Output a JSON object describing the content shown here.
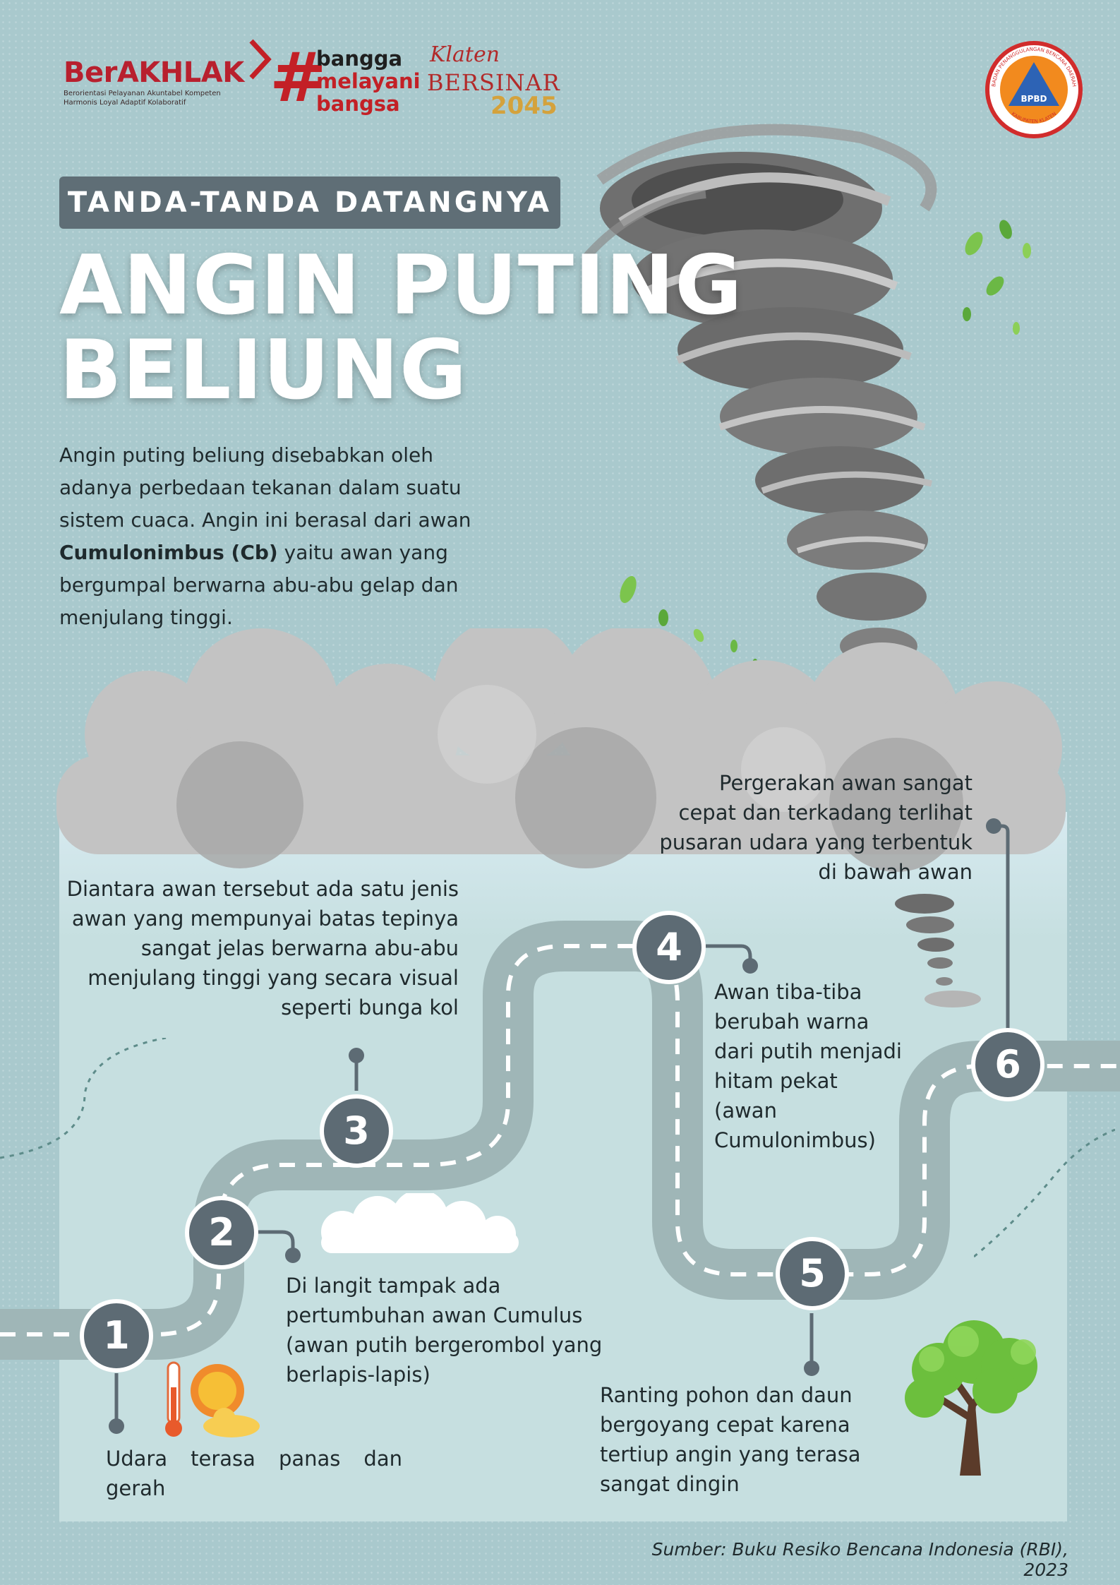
{
  "logos": {
    "berakhlak_word": "BerAKHLAK",
    "berakhlak_tag_1": "Berorientasi Pelayanan Akuntabel Kompeten",
    "berakhlak_tag_2": "Harmonis Loyal Adaptif Kolaboratif",
    "bangga_1": "bangga",
    "bangga_2": "melayani",
    "bangga_3": "bangsa",
    "klaten_1": "Klaten",
    "klaten_2": "BERSINAR",
    "klaten_3": "2045",
    "bpbd_ring": "BADAN PENANGGULANGAN BENCANA DAERAH",
    "bpbd_ring_bottom": "KABUPATEN KLATEN",
    "bpbd_center": "BPBD"
  },
  "header": {
    "subtitle": "TANDA-TANDA DATANGNYA",
    "title_line_1": "ANGIN PUTING",
    "title_line_2": "BELIUNG"
  },
  "intro": {
    "part1": "Angin puting beliung disebabkan oleh adanya perbedaan tekanan dalam suatu sistem cuaca. Angin ini berasal dari awan ",
    "bold": "Cumulonimbus (Cb)",
    "part2": " yaitu awan yang bergumpal berwarna abu-abu gelap dan menjulang tinggi."
  },
  "steps": [
    {
      "number": "1",
      "text": "Udara terasa panas dan gerah"
    },
    {
      "number": "2",
      "text": "Di langit tampak ada pertumbuhan awan Cumulus (awan putih bergerombol yang berlapis-lapis)"
    },
    {
      "number": "3",
      "text": "Diantara awan tersebut ada satu jenis awan yang mempunyai batas tepinya sangat jelas berwarna abu-abu menjulang tinggi yang secara visual seperti bunga kol"
    },
    {
      "number": "4",
      "text": "Awan tiba-tiba berubah warna dari putih menjadi hitam pekat (awan Cumulonimbus)"
    },
    {
      "number": "5",
      "text": "Ranting pohon dan daun bergoyang cepat karena tertiup angin yang terasa sangat dingin"
    },
    {
      "number": "6",
      "text": "Pergerakan awan sangat cepat dan terkadang terlihat pusaran udara yang terbentuk di bawah awan"
    }
  ],
  "footer": {
    "source": "Sumber: Buku Resiko Bencana Indonesia (RBI), 2023"
  },
  "icons": {
    "tornado": "tornado-icon",
    "cloud": "storm-cloud-icon",
    "sun": "sun-thermometer-icon",
    "tree": "windy-tree-icon",
    "leaves": "leaf-icon"
  },
  "colors": {
    "background": "#a9c9cd",
    "panel": "#c6dfe0",
    "road": "#9fb6b7",
    "circle": "#5d6b74",
    "pill": "#5f6e76",
    "brand_red": "#c32026"
  }
}
